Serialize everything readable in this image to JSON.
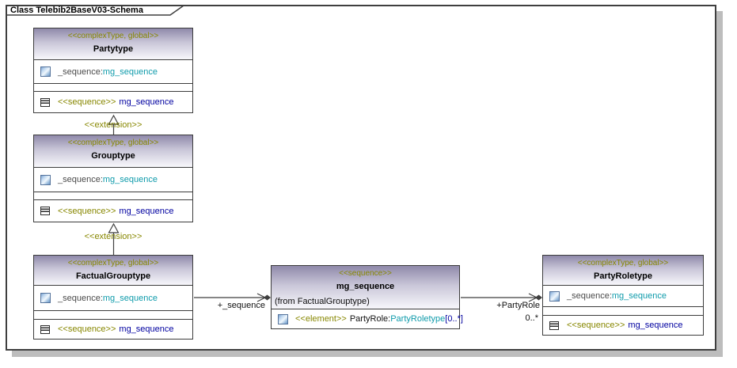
{
  "frame": {
    "title": "Class Telebib2BaseV03-Schema"
  },
  "connectors": {
    "extension1": {
      "label": "<<extension>>"
    },
    "extension2": {
      "label": "<<extension>>"
    },
    "association1": {
      "role": "+_sequence"
    },
    "association2": {
      "role": "+PartyRole",
      "multiplicity": "0..*"
    }
  },
  "classes": {
    "partytype": {
      "stereotype": "<<complexType, global>>",
      "name": "Partytype",
      "attribute": {
        "name": "_sequence:",
        "type": "mg_sequence"
      },
      "operation": {
        "stereotype": "<<sequence>>",
        "name": "mg_sequence"
      }
    },
    "grouptype": {
      "stereotype": "<<complexType, global>>",
      "name": "Grouptype",
      "attribute": {
        "name": "_sequence:",
        "type": "mg_sequence"
      },
      "operation": {
        "stereotype": "<<sequence>>",
        "name": "mg_sequence"
      }
    },
    "factual_grouptype": {
      "stereotype": "<<complexType, global>>",
      "name": "FactualGrouptype",
      "attribute": {
        "name": "_sequence:",
        "type": "mg_sequence"
      },
      "operation": {
        "stereotype": "<<sequence>>",
        "name": "mg_sequence"
      }
    },
    "mg_sequence": {
      "stereotype": "<<sequence>>",
      "name": "mg_sequence",
      "origin": "(from FactualGrouptype)",
      "attribute": {
        "stereotype": "<<element>>",
        "name": "PartyRole:",
        "type": "PartyRoletype",
        "multiplicity": "[0..*]"
      }
    },
    "party_roletype": {
      "stereotype": "<<complexType, global>>",
      "name": "PartyRoletype",
      "attribute": {
        "name": "_sequence:",
        "type": "mg_sequence"
      },
      "operation": {
        "stereotype": "<<sequence>>",
        "name": "mg_sequence"
      }
    }
  },
  "colors": {
    "stereotype_text": "#878700",
    "type_reference": "#0f9bab",
    "operation_reference": "#0000a0",
    "attribute_name": "#4b4b4b",
    "header_gradient_top": "#8f89aa",
    "header_gradient_bottom": "#f7f7fb",
    "border": "#3f3f3f",
    "shadow": "#bdbdbd"
  }
}
